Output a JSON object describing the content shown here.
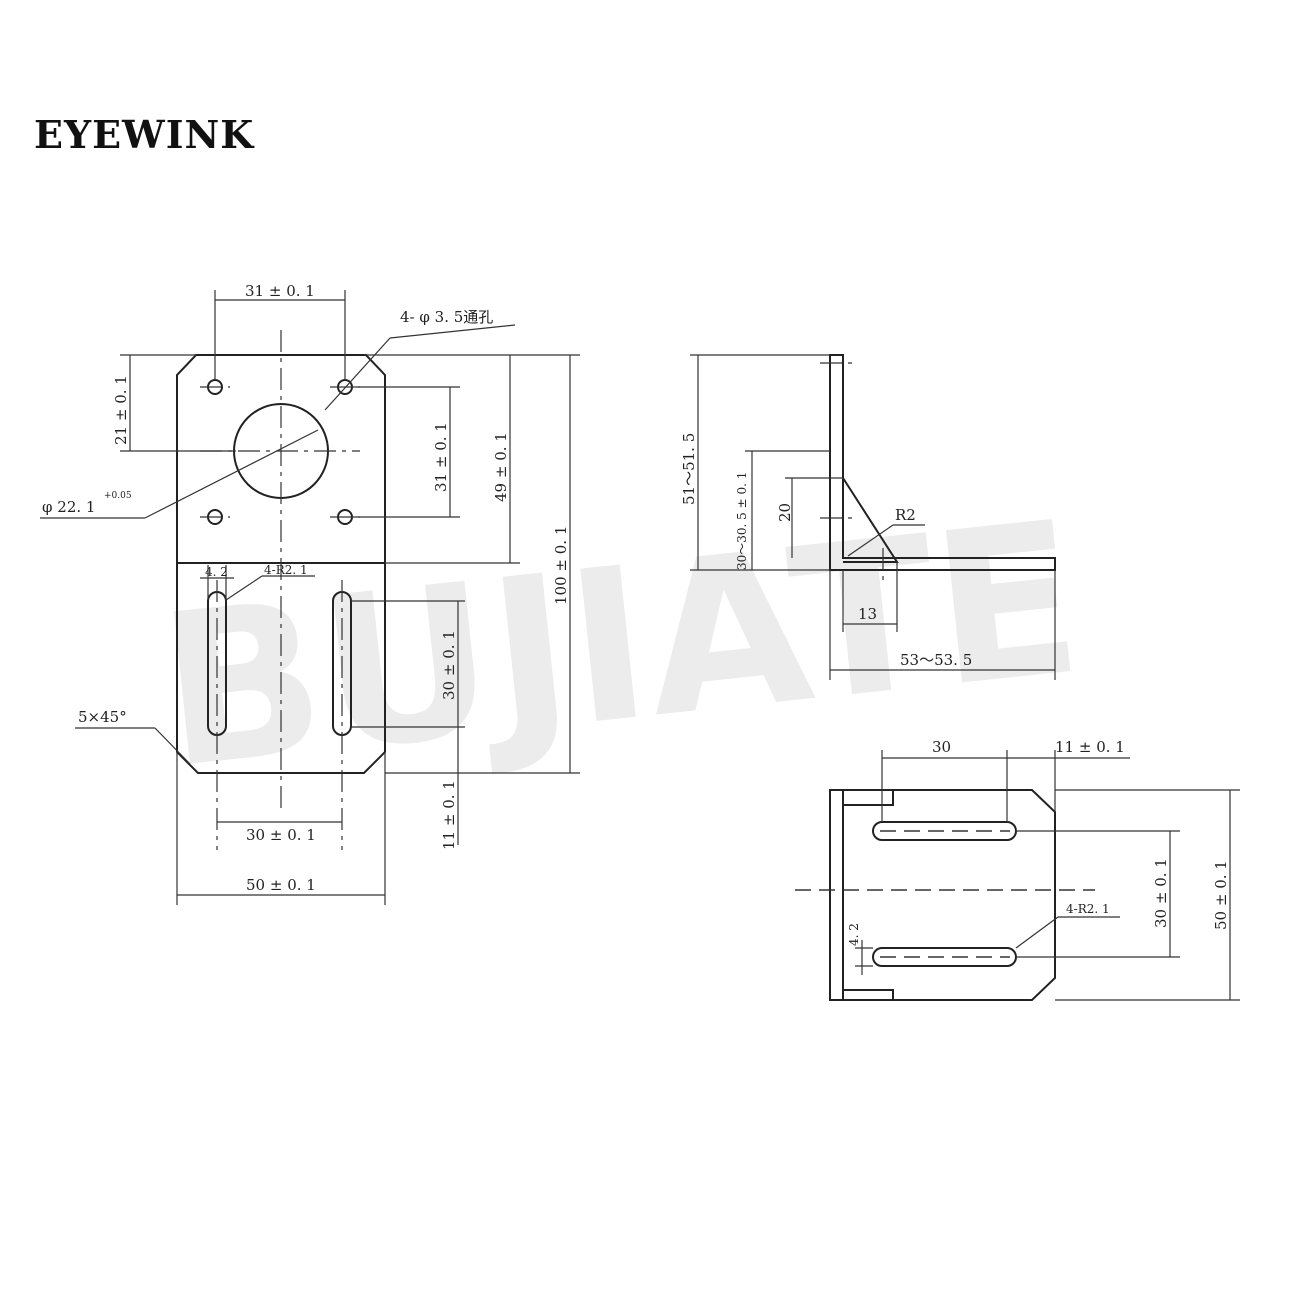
{
  "brand": "EYEWINK",
  "watermark": "BUJIATE",
  "front_view": {
    "dim_top_holes": "31 ± 0. 1",
    "hole_callout": "4- φ 3. 5通孔",
    "dim_top_offset": "21 ± 0. 1",
    "dim_hole_vertical": "31 ± 0. 1",
    "dim_bend_height": "49 ± 0. 1",
    "dim_total_height": "100 ± 0. 1",
    "center_bore": "φ 22. 1",
    "center_bore_tol": "+0.05",
    "slot_width": "4. 2",
    "slot_radius": "4-R2. 1",
    "dim_slot_length": "30 ± 0. 1",
    "chamfer": "5×45°",
    "dim_bottom_offset": "11 ± 0. 1",
    "dim_slot_spacing": "30 ± 0. 1",
    "dim_width": "50 ± 0. 1"
  },
  "side_view": {
    "dim_height": "51～51. 5",
    "dim_rib": "30～30. 5 ± 0. 1",
    "dim_rib_height": "20",
    "bend_radius": "R2",
    "dim_rib_base": "13",
    "dim_length": "53～53. 5"
  },
  "bottom_view": {
    "dim_slot_length": "30",
    "dim_offset": "11 ± 0. 1",
    "slot_radius": "4-R2. 1",
    "slot_width": "4. 2",
    "dim_slot_spacing": "30 ± 0. 1",
    "dim_width": "50 ± 0. 1"
  }
}
